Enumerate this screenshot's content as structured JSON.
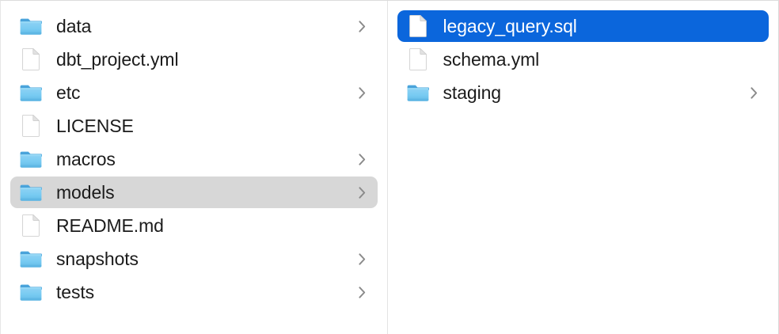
{
  "window": {
    "kind": "file-browser-column-view",
    "accent_selected_color": "#0b66dc",
    "inactive_selected_color": "#d7d7d7",
    "text_color": "#1b1b1b",
    "divider_color": "#e3e3e3",
    "background_color": "#ffffff"
  },
  "columns": [
    {
      "name": "parent-column",
      "items": [
        {
          "label": "data",
          "icon": "folder-icon",
          "type": "folder",
          "has_disclosure": true,
          "selected": false
        },
        {
          "label": "dbt_project.yml",
          "icon": "document-icon",
          "type": "file",
          "has_disclosure": false,
          "selected": false
        },
        {
          "label": "etc",
          "icon": "folder-icon",
          "type": "folder",
          "has_disclosure": true,
          "selected": false
        },
        {
          "label": "LICENSE",
          "icon": "document-icon",
          "type": "file",
          "has_disclosure": false,
          "selected": false
        },
        {
          "label": "macros",
          "icon": "folder-icon",
          "type": "folder",
          "has_disclosure": true,
          "selected": false
        },
        {
          "label": "models",
          "icon": "folder-icon",
          "type": "folder",
          "has_disclosure": true,
          "selected": true,
          "selection_style": "inactive"
        },
        {
          "label": "README.md",
          "icon": "document-icon",
          "type": "file",
          "has_disclosure": false,
          "selected": false
        },
        {
          "label": "snapshots",
          "icon": "folder-icon",
          "type": "folder",
          "has_disclosure": true,
          "selected": false
        },
        {
          "label": "tests",
          "icon": "folder-icon",
          "type": "folder",
          "has_disclosure": true,
          "selected": false
        }
      ]
    },
    {
      "name": "child-column",
      "items": [
        {
          "label": "legacy_query.sql",
          "icon": "document-icon",
          "type": "file",
          "has_disclosure": false,
          "selected": true,
          "selection_style": "active"
        },
        {
          "label": "schema.yml",
          "icon": "document-icon",
          "type": "file",
          "has_disclosure": false,
          "selected": false
        },
        {
          "label": "staging",
          "icon": "folder-icon",
          "type": "folder",
          "has_disclosure": true,
          "selected": false
        }
      ]
    }
  ]
}
